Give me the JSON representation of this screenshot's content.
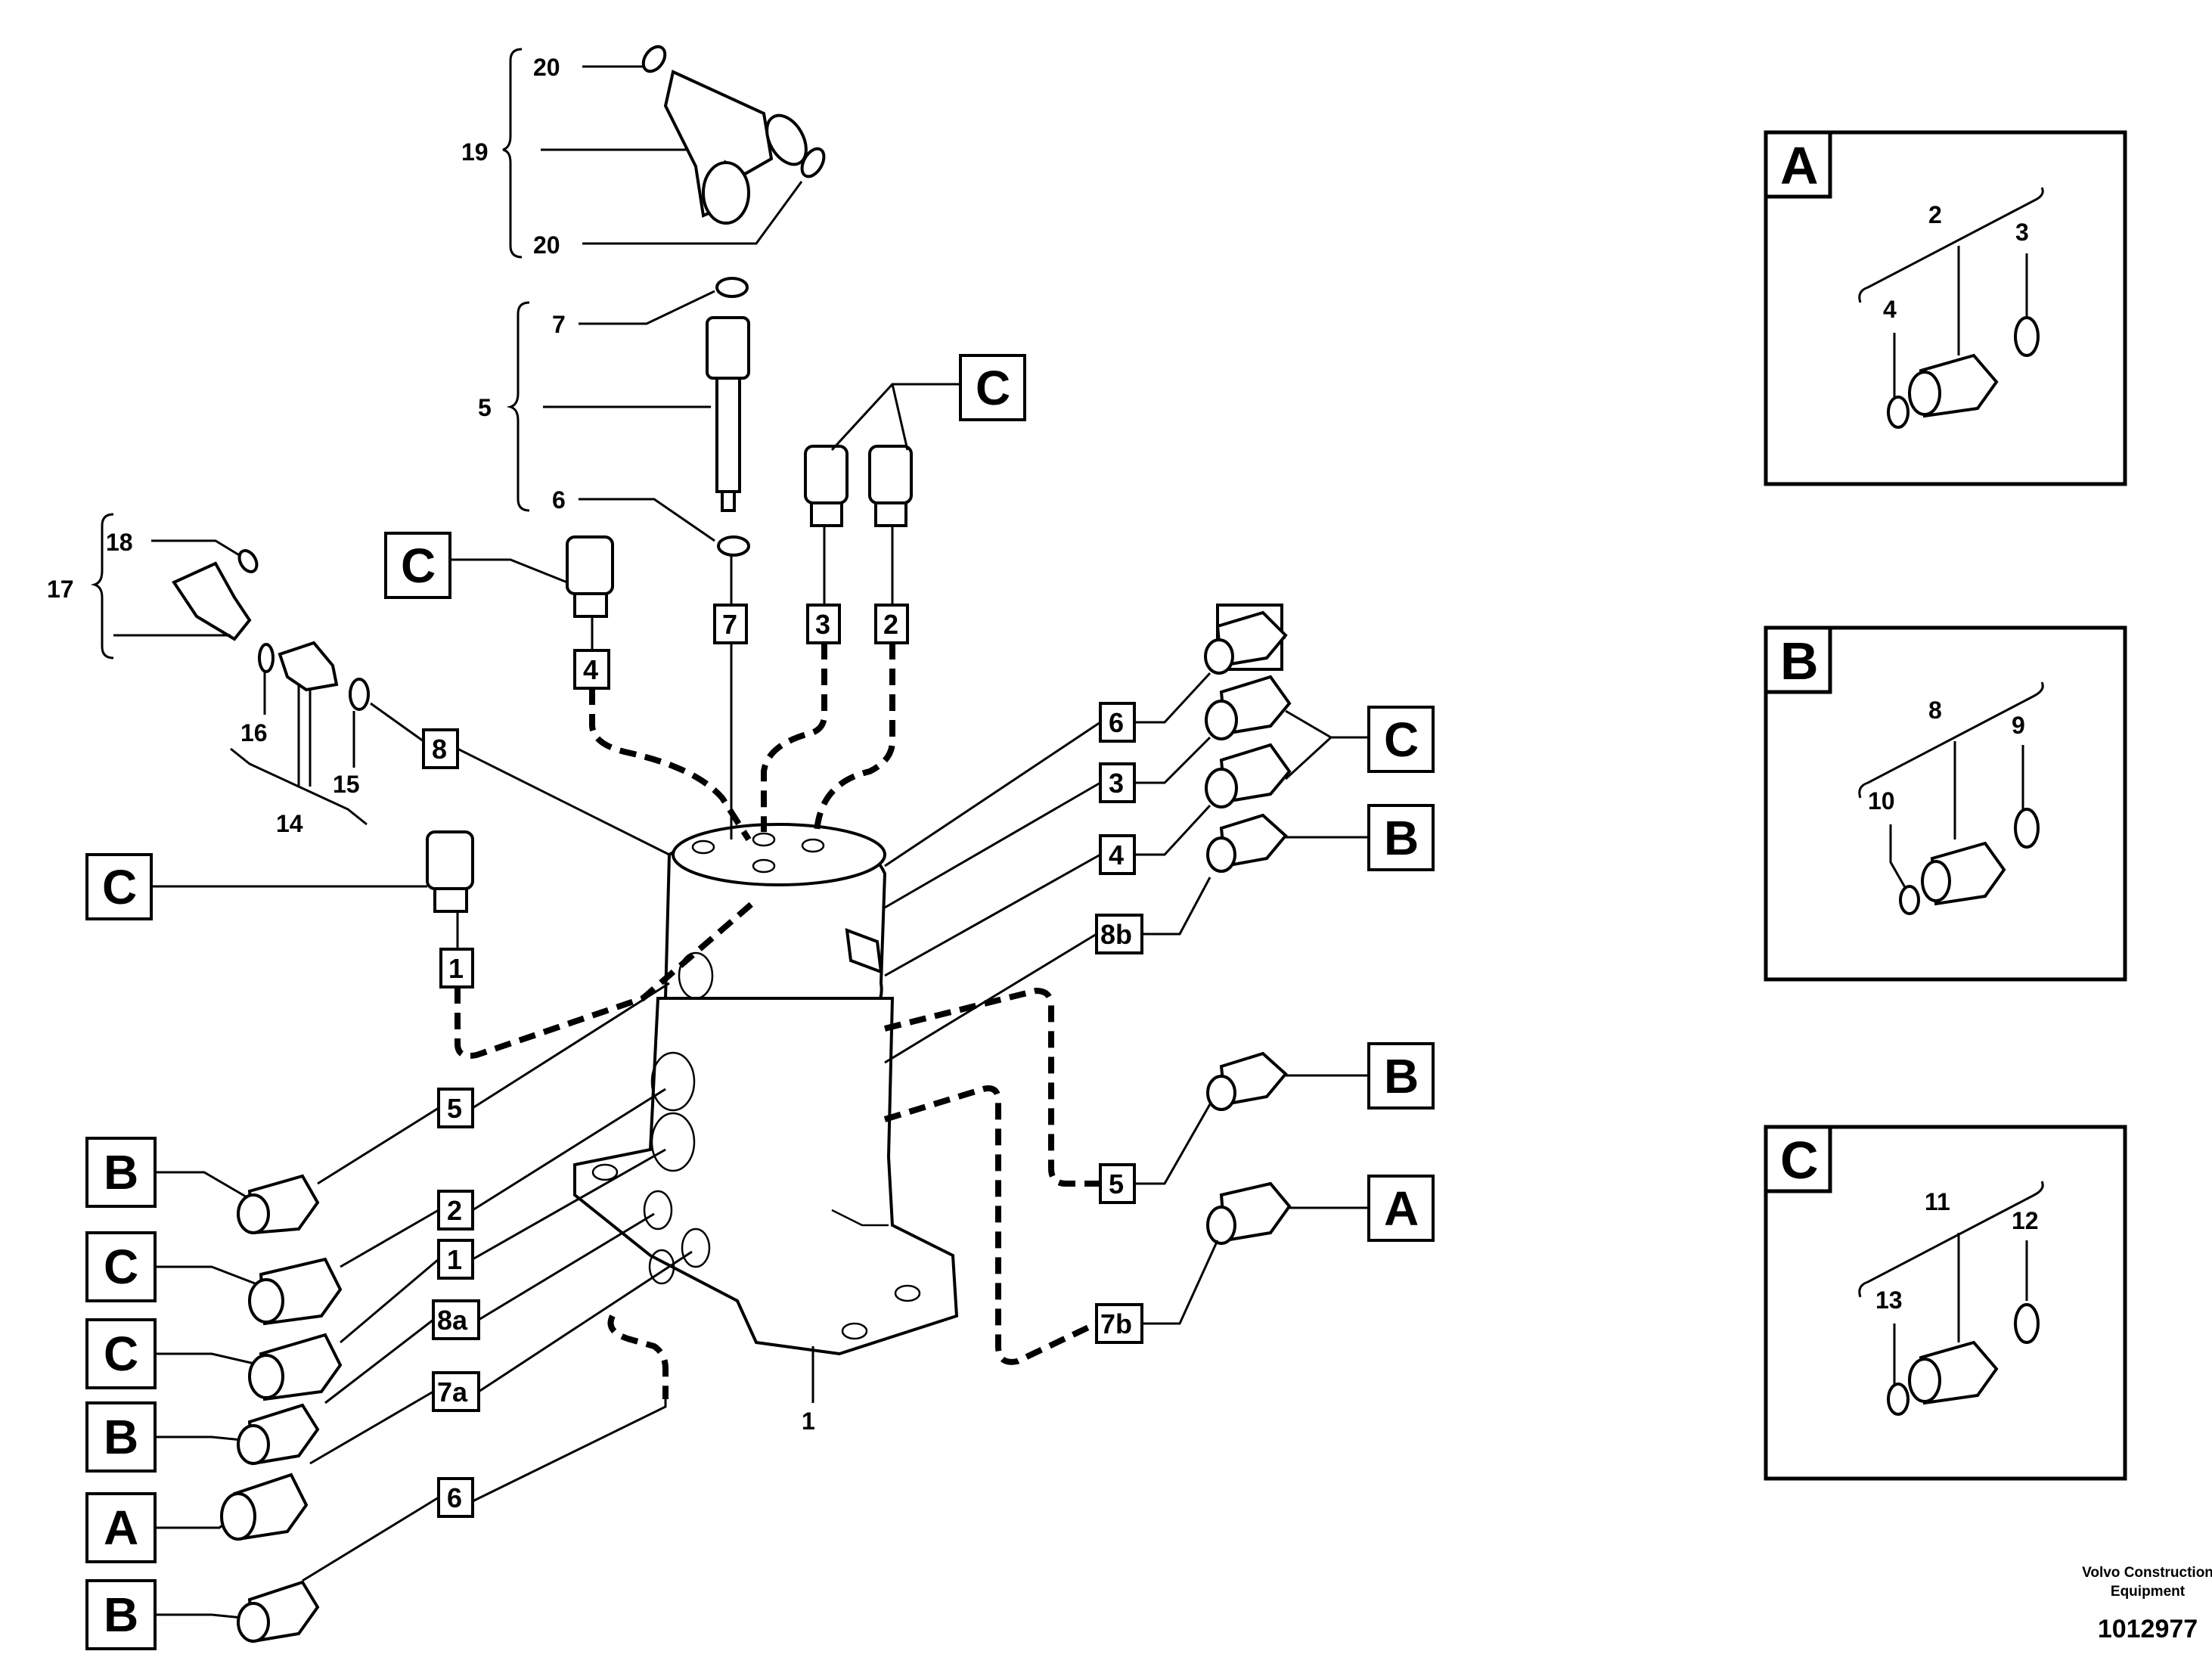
{
  "callouts": {
    "n20a": "20",
    "n19": "19",
    "n20b": "20",
    "n7": "7",
    "n5": "5",
    "n6": "6",
    "n18": "18",
    "n17": "17",
    "n16": "16",
    "n15": "15",
    "n14": "14",
    "n1": "1",
    "p2": "2",
    "p3": "3",
    "p4": "4",
    "p8": "8",
    "p9": "9",
    "p10": "10",
    "p11": "11",
    "p12": "12",
    "p13": "13"
  },
  "port_boxes": {
    "b7": "7",
    "b3": "3",
    "b2": "2",
    "b4": "4",
    "b8": "8",
    "b1": "1",
    "r6": "6",
    "r3": "3",
    "r4": "4",
    "r8b": "8b",
    "r5": "5",
    "r7b": "7b",
    "l5": "5",
    "l2": "2",
    "l1": "1",
    "l8a": "8a",
    "l7a": "7a",
    "l6": "6"
  },
  "fitting_letters": {
    "topC": "C",
    "leftC1": "C",
    "leftC2": "C",
    "rB1": "B",
    "rC": "C",
    "rB2": "B",
    "rB3": "B",
    "rA": "A",
    "lB1": "B",
    "lC1": "C",
    "lC2": "C",
    "lB2": "B",
    "lA": "A",
    "lB3": "B"
  },
  "panels": {
    "A": {
      "letter": "A"
    },
    "B": {
      "letter": "B"
    },
    "C": {
      "letter": "C"
    }
  },
  "footer": {
    "brand_line1": "Volvo Construction",
    "brand_line2": "Equipment",
    "code": "1012977"
  }
}
